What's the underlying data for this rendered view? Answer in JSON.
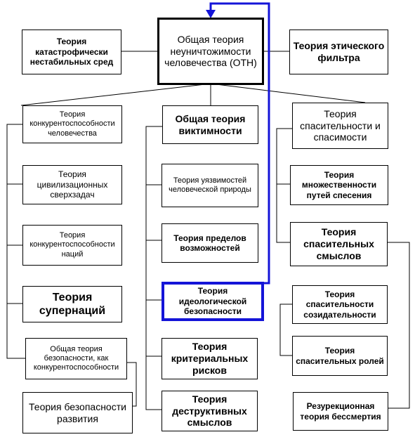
{
  "nodes": {
    "oth": "Общая теория неуничтожимости человечества (ОТН)",
    "catastrophic": "Теория катастрофически нестабильных сред",
    "ethical_filter": "Теория этического фильтра",
    "competitiveness_humanity": "Теория конкурентоспособности человечества",
    "victimhood": "Общая теория виктимности",
    "salvation": "Теория спасительности и спасимости",
    "civilizational": "Теория цивилизационных сверхзадач",
    "vulnerabilities": "Теория уязвимостей человеческой природы",
    "multiplicity": "Теория множественности путей спесения",
    "competitiveness_nations": "Теория конкурентоспособности наций",
    "limits": "Теория пределов возможностей",
    "saving_meanings": "Теория спасительных смыслов",
    "supernations": "Теория супернаций",
    "ideological_security": "Теория идеологической безопасности",
    "creative_salvation": "Теория спасительности созидательности",
    "general_security": "Общая теория безопасности, как конкурентоспособности",
    "criterial_risks": "Теория критериальных рисков",
    "saving_roles": "Теория спасительных ролей",
    "development_security": "Теория безопасности развития",
    "destructive_meanings": "Теория деструктивных смыслов",
    "resurrection": "Резурекционная теория бессмертия"
  },
  "colors": {
    "line": "#000000",
    "highlight": "#1414d8"
  }
}
